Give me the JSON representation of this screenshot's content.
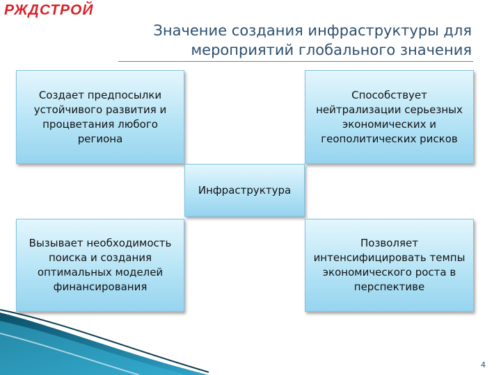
{
  "logo": {
    "text": "РЖДСТРОЙ",
    "color": "#d8232a"
  },
  "slide": {
    "title_line1": "Значение создания инфраструктуры для",
    "title_line2": "мероприятий глобального значения",
    "page_number": "4"
  },
  "diagram": {
    "center": "Инфраструктура",
    "top_left": "Создает предпосылки устойчивого развития и процветания любого региона",
    "top_right": "Способствует нейтрализации серьезных экономических и геополитических рисков",
    "bottom_left": "Вызывает необходимость поиска и создания оптимальных моделей финансирования",
    "bottom_right": "Позволяет интенсифицировать темпы экономического роста в перспективе"
  },
  "colors": {
    "title": "#2d4f6e",
    "box_border": "#7ec4e4",
    "swoosh_dark": "#0b5f7a"
  }
}
